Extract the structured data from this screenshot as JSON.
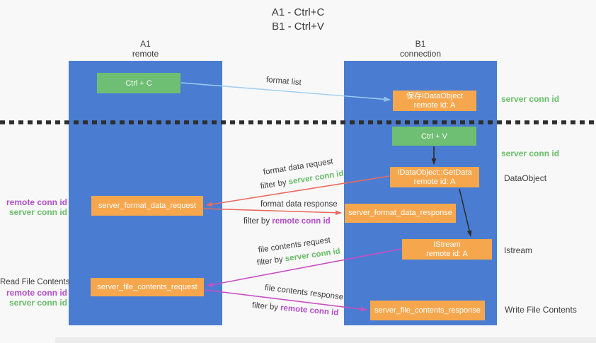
{
  "title": {
    "line1": "A1 - Ctrl+C",
    "line2": "B1 - Ctrl+V"
  },
  "lifelines": {
    "left": {
      "name": "A1",
      "role": "remote"
    },
    "right": {
      "name": "B1",
      "role": "connection"
    }
  },
  "boxes": {
    "ctrl_c": {
      "label": "Ctrl + C"
    },
    "ctrl_v": {
      "label": "Ctrl + V"
    },
    "save_dataobject": {
      "line1": "保存IDataObject",
      "line2": "remote id: A"
    },
    "getdata": {
      "line1": "IDataObject::GetData",
      "line2": "remote id: A"
    },
    "istream": {
      "line1": "IStream",
      "line2": "remote id: A"
    },
    "format_request": {
      "label": "server_format_data_request"
    },
    "format_response": {
      "label": "server_format_data_response"
    },
    "file_request": {
      "label": "server_file_contents_request"
    },
    "file_response": {
      "label": "server_file_contents_response"
    }
  },
  "arrow_labels": {
    "format_list": "format list",
    "format_data_request": "format data request",
    "format_data_response": "format data response",
    "file_contents_request": "file contents request",
    "file_contents_response": "file contents response",
    "filter_by": "filter by ",
    "server_conn_id": "server conn id",
    "remote_conn_id": "remote conn id"
  },
  "side_labels": {
    "server_conn_id_top": "server conn id",
    "server_conn_id_mid": "server conn id",
    "dataobject": "DataObject",
    "istream": "Istream",
    "write_file_contents": "Write File Contents",
    "read_file_contents": "Read File Contents",
    "remote_conn_id": "remote conn id",
    "server_conn_id": "server conn id"
  },
  "colors": {
    "background": "#f8f8f8",
    "lifeline_blue": "#4a7dd1",
    "box_green": "#6ebe73",
    "box_orange": "#f6a74d",
    "label_green": "#67bd67",
    "label_purple": "#b14ec9",
    "arrow_red": "#e96a5f",
    "arrow_magenta": "#ca4ec4",
    "arrow_light_blue": "#9ecdf0",
    "arrow_black": "#2d2d2d",
    "separator_black": "#2e2e2e"
  }
}
